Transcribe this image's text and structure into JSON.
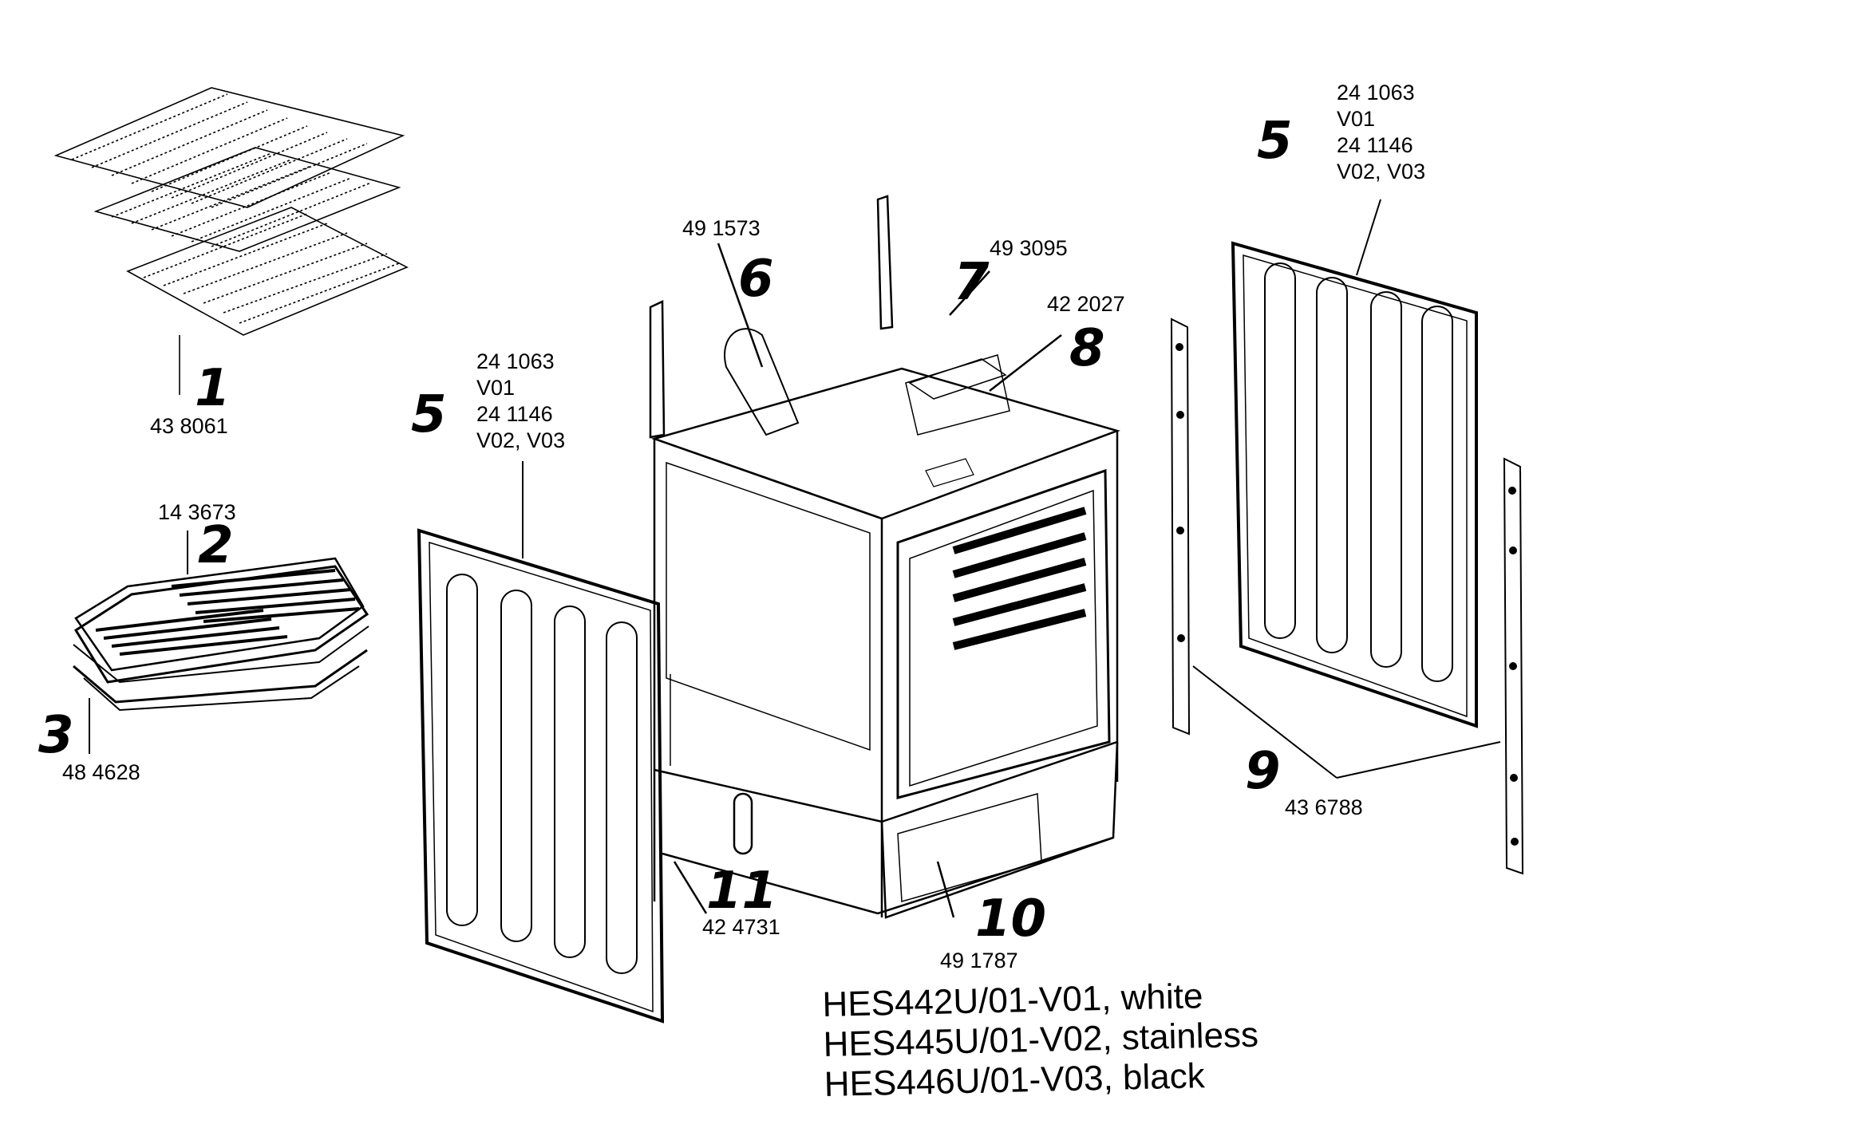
{
  "callouts": [
    {
      "num": "1",
      "codes": [
        "43 8061"
      ]
    },
    {
      "num": "2",
      "codes": [
        "14 3673"
      ]
    },
    {
      "num": "3",
      "codes": [
        "48 4628"
      ]
    },
    {
      "num": "5",
      "codes": [
        "24 1063",
        "V01",
        "24 1146",
        "V02, V03"
      ]
    },
    {
      "num": "5",
      "codes": [
        "24 1063",
        "V01",
        "24 1146",
        "V02, V03"
      ]
    },
    {
      "num": "6",
      "codes": [
        "49 1573"
      ]
    },
    {
      "num": "7",
      "codes": [
        "49 3095"
      ]
    },
    {
      "num": "8",
      "codes": [
        "42 2027"
      ]
    },
    {
      "num": "9",
      "codes": [
        "43 6788"
      ]
    },
    {
      "num": "10",
      "codes": [
        "49 1787"
      ]
    },
    {
      "num": "11",
      "codes": [
        "42 4731"
      ]
    }
  ],
  "models": [
    "HES442U/01-V01, white",
    "HES445U/01-V02, stainless",
    "HES446U/01-V03, black"
  ]
}
